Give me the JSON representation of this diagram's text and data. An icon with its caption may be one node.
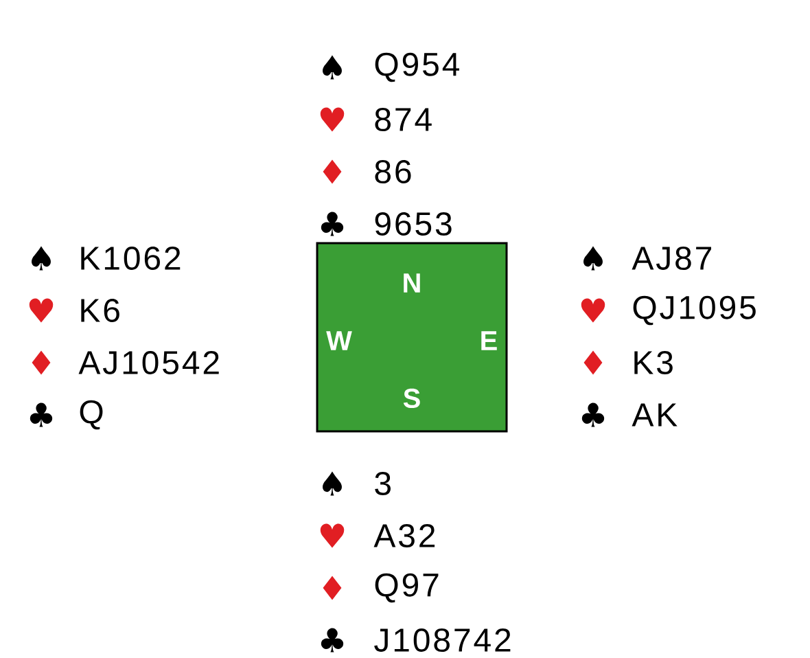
{
  "diagram": {
    "nodes": [
      {
        "text": [
          "N",
          "W",
          "E",
          "S"
        ]
      }
    ],
    "labels": [
      "♠",
      "Q954",
      "♥",
      "874",
      "♦",
      "86",
      "♣",
      "9653",
      "♠",
      "K1062",
      "♥",
      "K6",
      "♦",
      "AJ10542",
      "♣",
      "Q",
      "♠",
      "AJ87",
      "♥",
      "QJ1095",
      "♦",
      "K3",
      "♣",
      "AK",
      "♠",
      "3",
      "♥",
      "A32",
      "♦",
      "Q97",
      "♣",
      "J108742"
    ]
  }
}
